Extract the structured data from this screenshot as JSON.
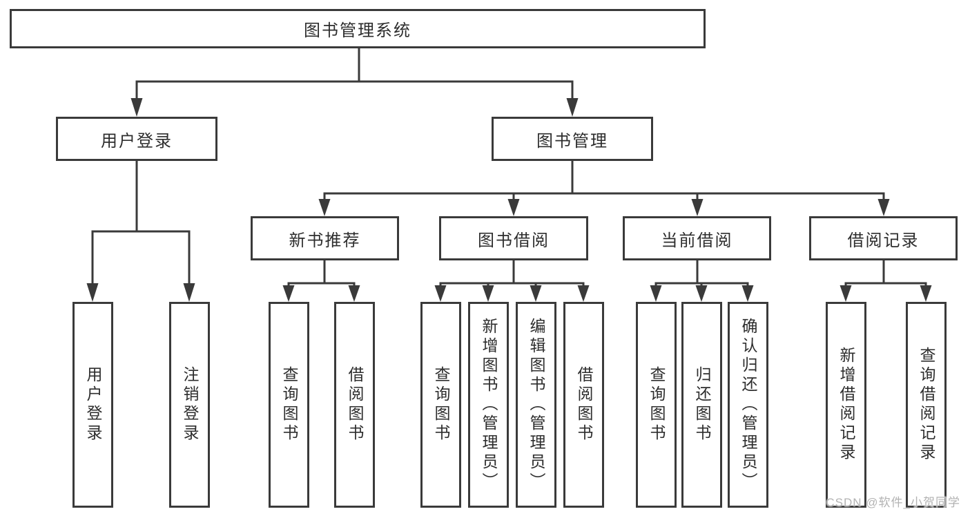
{
  "colors": {
    "line": "#3a3a3a",
    "box_border": "#3a3a3a",
    "box_background": "#ffffff",
    "text": "#2d2d2d",
    "watermark": "#b2b2b2",
    "page_background": "#ffffff"
  },
  "watermark": {
    "text": "CSDN @软件_小贺同学"
  },
  "tree": {
    "root": {
      "label": "图书管理系统"
    },
    "branches": [
      {
        "label": "用户登录",
        "children": [
          "用户登录",
          "注销登录"
        ]
      },
      {
        "label": "图书管理",
        "children": [
          {
            "label": "新书推荐",
            "children": [
              "查询图书",
              "借阅图书"
            ]
          },
          {
            "label": "图书借阅",
            "children": [
              "查询图书",
              "新增图书（管理员）",
              "编辑图书（管理员）",
              "借阅图书"
            ]
          },
          {
            "label": "当前借阅",
            "children": [
              "查询图书",
              "归还图书",
              "确认归还（管理员）"
            ]
          },
          {
            "label": "借阅记录",
            "children": [
              "新增借阅记录",
              "查询借阅记录"
            ]
          }
        ]
      }
    ]
  }
}
